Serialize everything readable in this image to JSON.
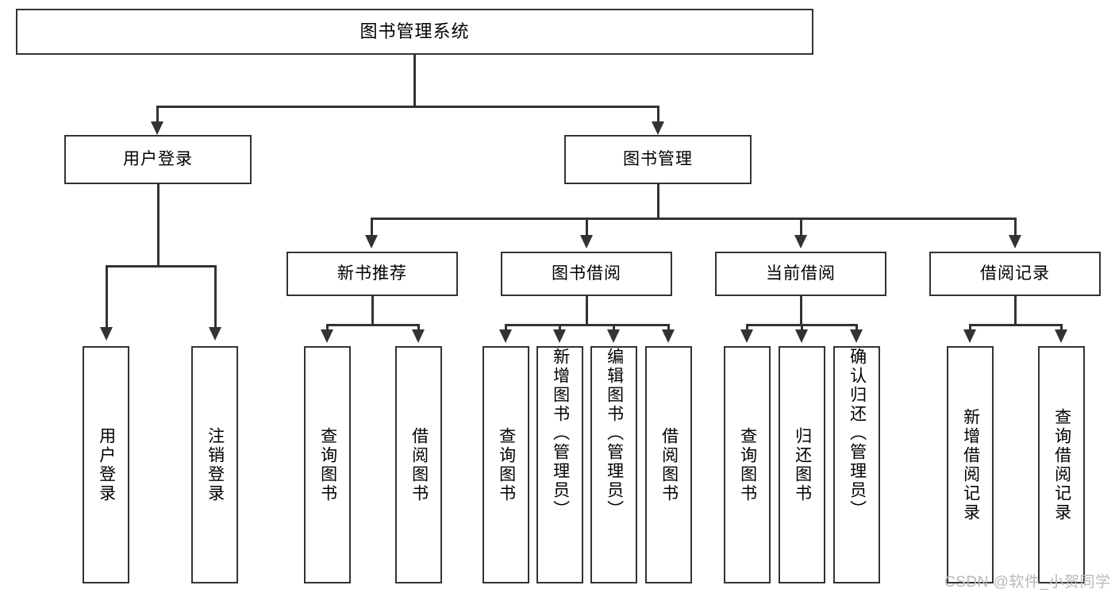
{
  "diagram": {
    "type": "tree-hierarchy",
    "title": "图书管理系统",
    "root": {
      "label": "图书管理系统"
    },
    "level1": [
      {
        "label": "用户登录"
      },
      {
        "label": "图书管理"
      }
    ],
    "level2": [
      {
        "label": "新书推荐"
      },
      {
        "label": "图书借阅"
      },
      {
        "label": "当前借阅"
      },
      {
        "label": "借阅记录"
      }
    ],
    "leaves": {
      "user_login": [
        {
          "label": "用户登录"
        },
        {
          "label": "注销登录"
        }
      ],
      "new_book_recommend": [
        {
          "label": "查询图书"
        },
        {
          "label": "借阅图书"
        }
      ],
      "book_borrow": [
        {
          "label": "查询图书"
        },
        {
          "label": "新增图书（管理员）"
        },
        {
          "label": "编辑图书（管理员）"
        },
        {
          "label": "借阅图书"
        }
      ],
      "current_borrow": [
        {
          "label": "查询图书"
        },
        {
          "label": "归还图书"
        },
        {
          "label": "确认归还（管理员）"
        }
      ],
      "borrow_records": [
        {
          "label": "新增借阅记录"
        },
        {
          "label": "查询借阅记录"
        }
      ]
    }
  },
  "watermark": {
    "text": "CSDN @软件_小贺同学"
  },
  "colors": {
    "stroke": "#333333",
    "background": "#ffffff",
    "text": "#000000",
    "watermark": "#b9b9b9"
  }
}
